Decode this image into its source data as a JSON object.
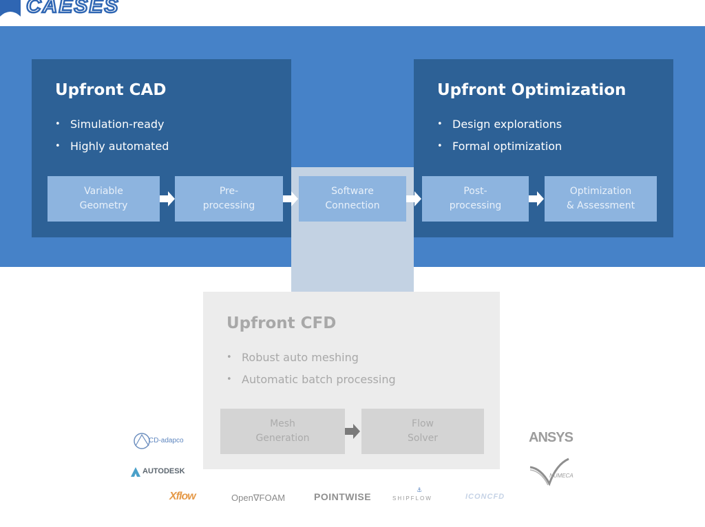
{
  "brand": {
    "logo_text": "CAESES",
    "color": "#2f66b3"
  },
  "cad": {
    "title": "Upfront CAD",
    "bullets": [
      "Simulation-ready",
      "Highly automated"
    ],
    "boxes": [
      "Variable\nGeometry",
      "Pre-\nprocessing"
    ]
  },
  "connection": {
    "box": "Software\nConnection"
  },
  "optimization": {
    "title": "Upfront Optimization",
    "bullets": [
      "Design explorations",
      "Formal optimization"
    ],
    "boxes": [
      "Post-\nprocessing",
      "Optimization\n& Assessment"
    ]
  },
  "cfd": {
    "title": "Upfront CFD",
    "bullets": [
      "Robust auto meshing",
      "Automatic batch processing"
    ],
    "boxes": [
      "Mesh\nGeneration",
      "Flow\nSolver"
    ]
  },
  "partners": {
    "cd_adapco": "CD-adapco",
    "autodesk": "AUTODESK",
    "ansys": "ANSYS",
    "numeca": "NUMECA",
    "xflow": "Xflow",
    "openfoam_open": "Open",
    "openfoam_foam": "FOAM",
    "pointwise": "POINTWISE",
    "shipflow": "SHIPFLOW",
    "iconcfd": "ICONCFD"
  },
  "colors": {
    "band": "#4682c8",
    "panel": "#2d6196",
    "box": "#8db4df",
    "connector": "#c3d2e3",
    "cfd_panel": "#ececec",
    "cfd_box": "#d4d4d4"
  }
}
